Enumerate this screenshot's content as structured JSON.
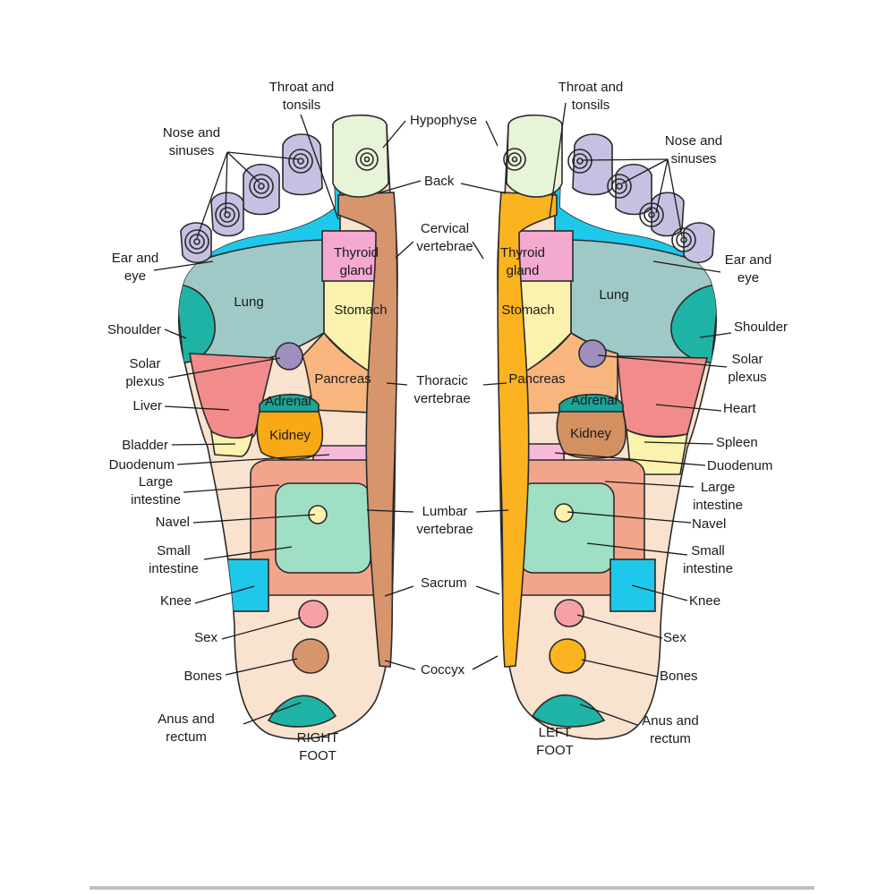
{
  "right_foot": {
    "title_line1": "RIGHT",
    "title_line2": "FOOT",
    "labels": {
      "throat_tonsils": [
        "Throat and",
        "tonsils"
      ],
      "hypophyse": [
        "Hypophyse"
      ],
      "nose_sinuses": [
        "Nose and",
        "sinuses"
      ],
      "back": [
        "Back"
      ],
      "cervical": [
        "Cervical",
        "vertebrae"
      ],
      "ear_eye": [
        "Ear and",
        "eye"
      ],
      "shoulder": [
        "Shoulder"
      ],
      "solar_plexus": [
        "Solar",
        "plexus"
      ],
      "thoracic": [
        "Thoracic",
        "vertebrae"
      ],
      "liver": [
        "Liver"
      ],
      "bladder": [
        "Bladder"
      ],
      "duodenum": [
        "Duodenum"
      ],
      "large_intestine": [
        "Large",
        "intestine"
      ],
      "navel": [
        "Navel"
      ],
      "lumbar": [
        "Lumbar",
        "vertebrae"
      ],
      "small_intestine": [
        "Small",
        "intestine"
      ],
      "knee": [
        "Knee"
      ],
      "sacrum": [
        "Sacrum"
      ],
      "sex": [
        "Sex"
      ],
      "bones": [
        "Bones"
      ],
      "coccyx": [
        "Coccyx"
      ],
      "anus_rectum": [
        "Anus and",
        "rectum"
      ]
    },
    "organs": {
      "lung": [
        "Lung"
      ],
      "thyroid": [
        "Thyroid",
        "gland"
      ],
      "stomach": [
        "Stomach"
      ],
      "pancreas": [
        "Pancreas"
      ],
      "adrenal": [
        "Adrenal"
      ],
      "kidney": [
        "Kidney"
      ]
    }
  },
  "left_foot": {
    "title_line1": "LEFT",
    "title_line2": "FOOT",
    "labels": {
      "throat_tonsils": [
        "Throat and",
        "tonsils"
      ],
      "nose_sinuses": [
        "Nose and",
        "sinuses"
      ],
      "ear_eye": [
        "Ear and",
        "eye"
      ],
      "shoulder": [
        "Shoulder"
      ],
      "solar_plexus": [
        "Solar",
        "plexus"
      ],
      "heart": [
        "Heart"
      ],
      "spleen": [
        "Spleen"
      ],
      "duodenum": [
        "Duodenum"
      ],
      "large_intestine": [
        "Large",
        "intestine"
      ],
      "navel": [
        "Navel"
      ],
      "small_intestine": [
        "Small",
        "intestine"
      ],
      "knee": [
        "Knee"
      ],
      "sex": [
        "Sex"
      ],
      "bones": [
        "Bones"
      ],
      "anus_rectum": [
        "Anus and",
        "rectum"
      ]
    },
    "organs": {
      "lung": [
        "Lung"
      ],
      "thyroid": [
        "Thyroid",
        "gland"
      ],
      "stomach": [
        "Stomach"
      ],
      "pancreas": [
        "Pancreas"
      ],
      "adrenal": [
        "Adrenal"
      ],
      "kidney": [
        "Kidney"
      ]
    }
  },
  "colors": {
    "outline": "#2a2a2a",
    "skin": "#f9e2ce",
    "sinus": "#c6c1e2",
    "hypophyse": "#e8f4d8",
    "ear_eye": "#1ec8ea",
    "lung": "#9fc9c7",
    "shoulder": "#1fb3a5",
    "thyroid": "#f3a9d0",
    "stomach": "#fbf3ad",
    "pancreas": "#f8b67e",
    "solar_plexus": "#9f8fbf",
    "liver": "#f28c8c",
    "heart": "#f28c8c",
    "bladder": "#fbf3ad",
    "spleen": "#fbf3ad",
    "adrenal": "#1aa396",
    "kidney_right": "#f9a915",
    "kidney_left": "#d39162",
    "duodenum": "#f7b9da",
    "large_intestine": "#f3a58c",
    "small_intestine": "#9fdfc4",
    "navel": "#fbf3ad",
    "knee": "#1ec8ea",
    "sex": "#f6a1a6",
    "bones_right": "#d6956c",
    "bones_left": "#fbb31f",
    "anus": "#1fb3a5",
    "spine_right": "#d6956c",
    "spine_left": "#fbb31f"
  }
}
